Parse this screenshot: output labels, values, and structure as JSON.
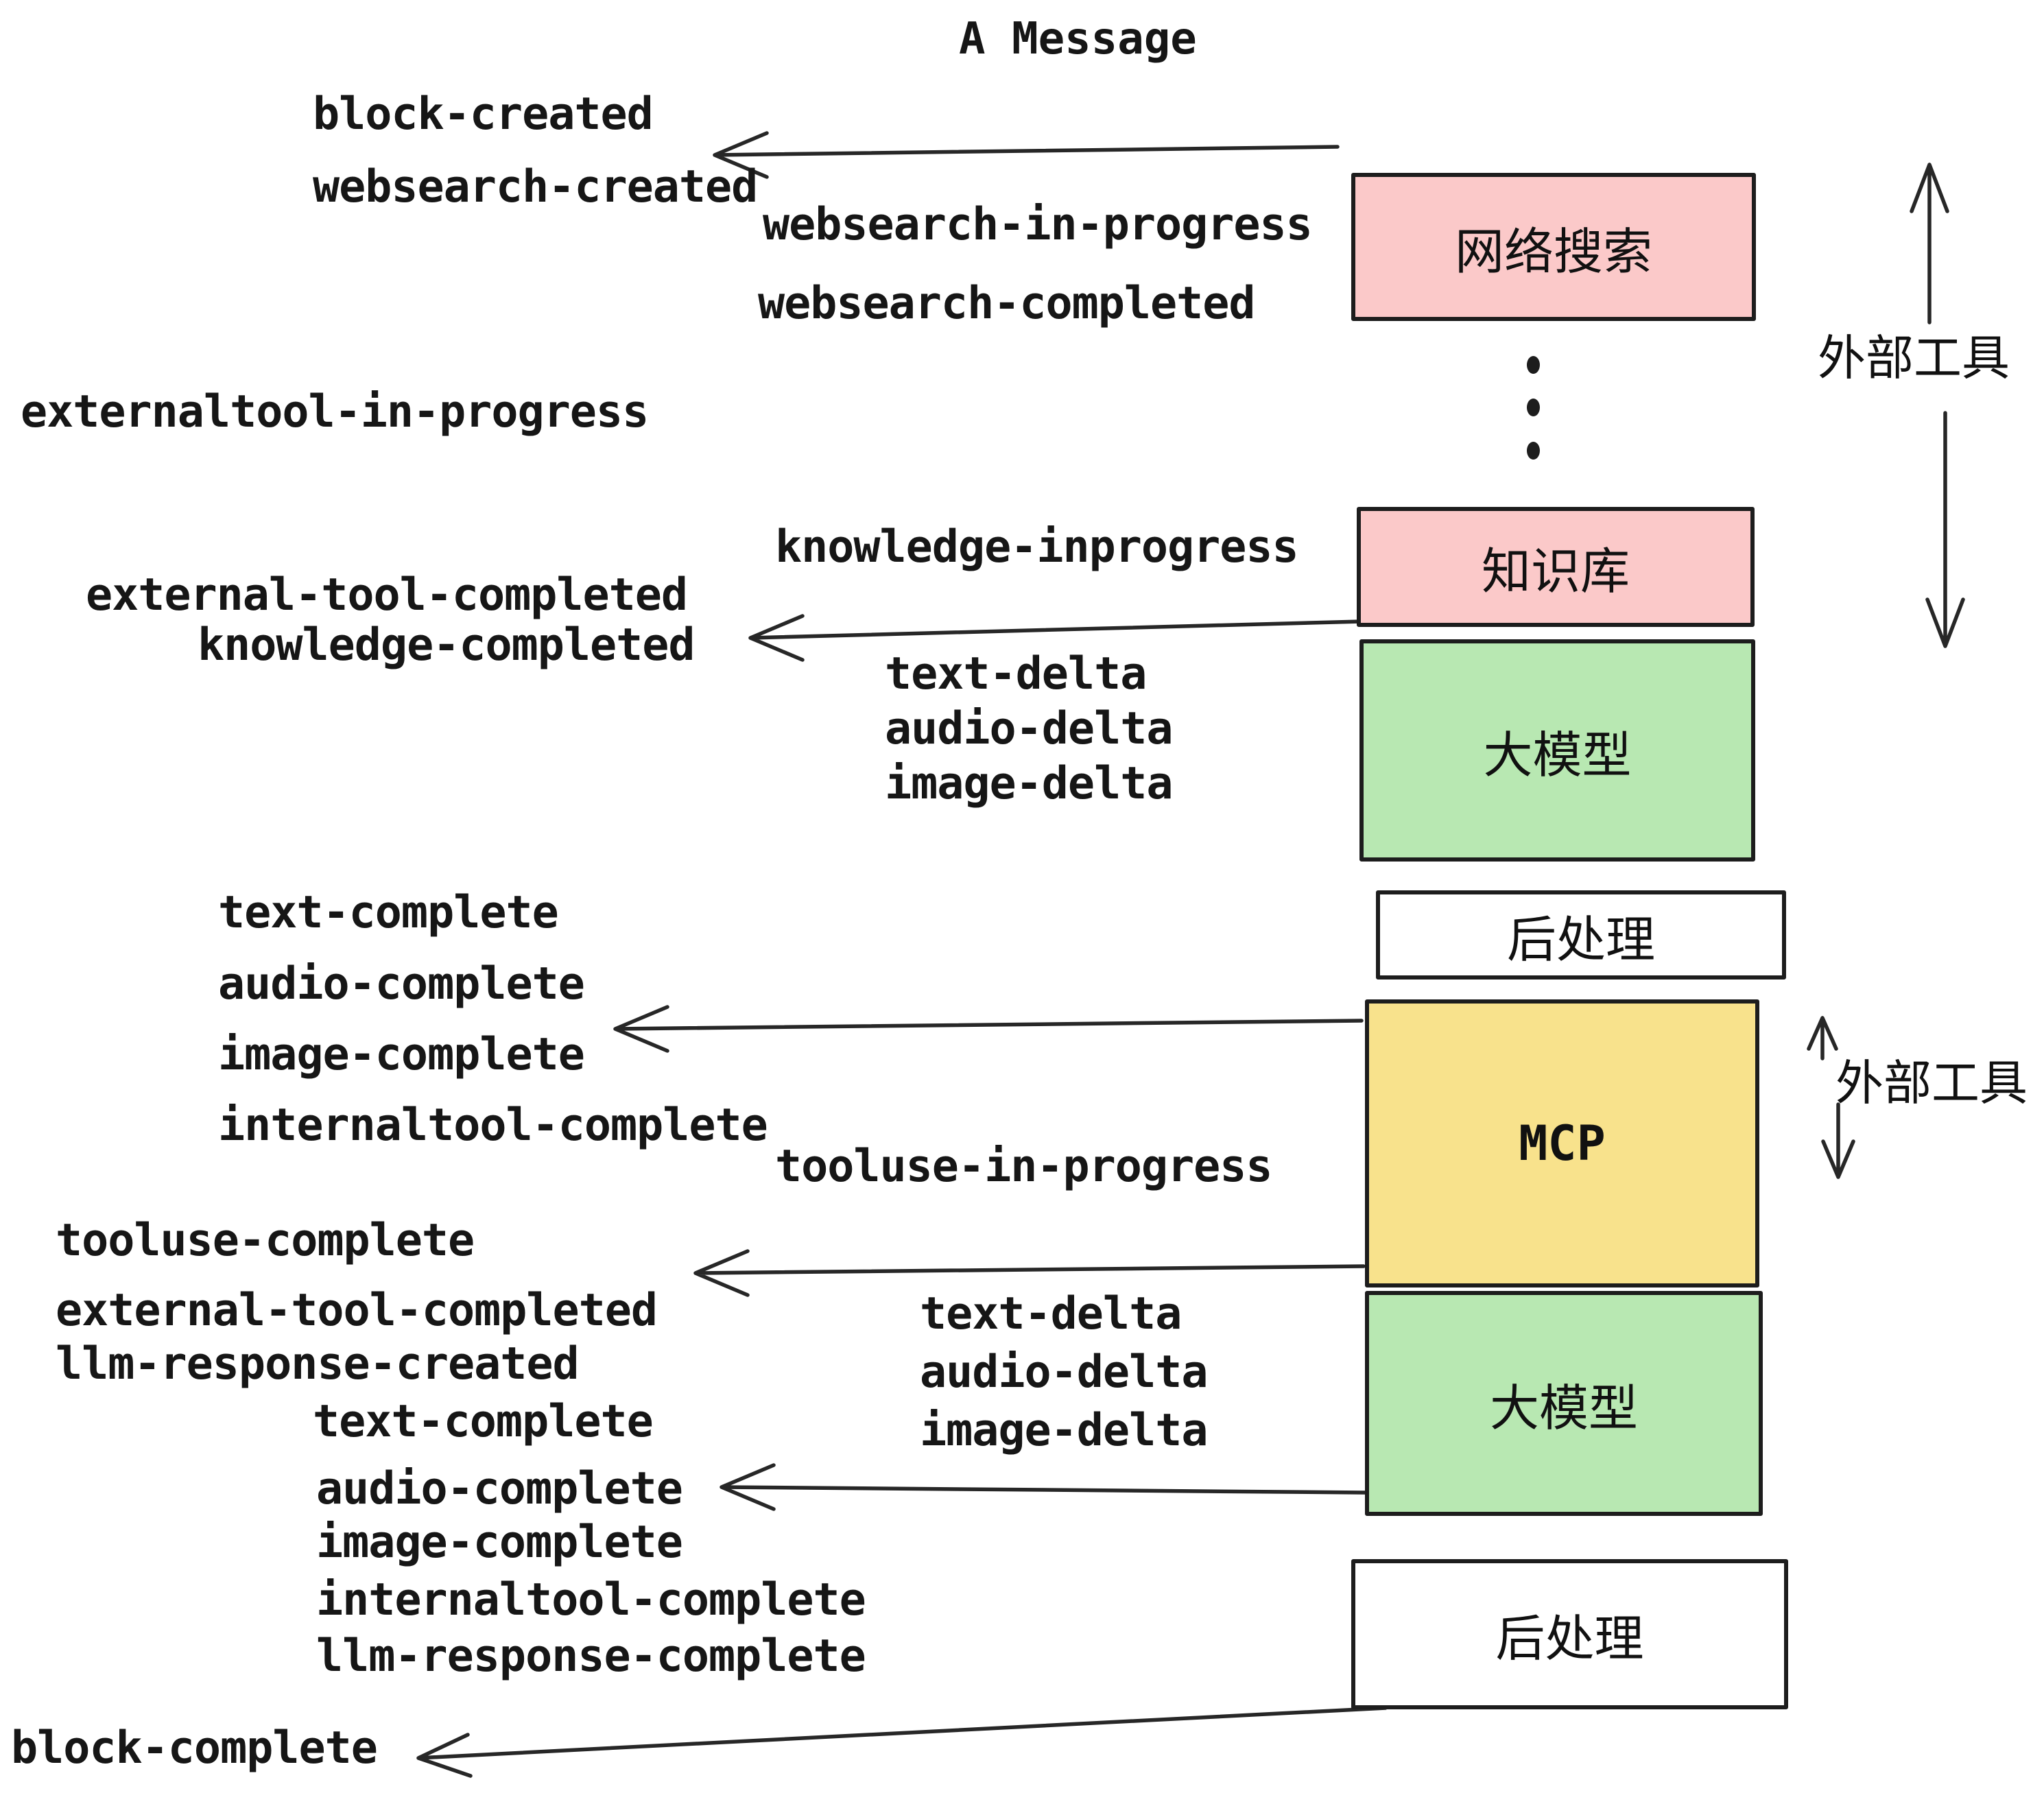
{
  "title": "A Message",
  "boxes": {
    "websearch": {
      "label": "网络搜索",
      "fill": "#fbc9c9"
    },
    "knowledge": {
      "label": "知识库",
      "fill": "#fbc9c9"
    },
    "llm1": {
      "label": "大模型",
      "fill": "#b8e8b2"
    },
    "post1": {
      "label": "后处理",
      "fill": "#ffffff"
    },
    "mcp": {
      "label": "MCP",
      "fill": "#f8e28c"
    },
    "llm2": {
      "label": "大模型",
      "fill": "#b8e8b2"
    },
    "post2": {
      "label": "后处理",
      "fill": "#ffffff"
    }
  },
  "side_labels": {
    "external_tools_top": "外部工具",
    "external_tools_mid": "外部工具"
  },
  "events": {
    "block_created": "block-created",
    "websearch_created": "websearch-created",
    "websearch_in_progress": "websearch-in-progress",
    "websearch_completed": "websearch-completed",
    "externaltool_in_progress": "externaltool-in-progress",
    "knowledge_inprogress": "knowledge-inprogress",
    "external_tool_completed": "external-tool-completed",
    "knowledge_completed": "knowledge-completed",
    "text_delta": "text-delta",
    "audio_delta": "audio-delta",
    "image_delta": "image-delta",
    "text_complete": "text-complete",
    "audio_complete": "audio-complete",
    "image_complete": "image-complete",
    "internaltool_complete": "internaltool-complete",
    "tooluse_in_progress": "tooluse-in-progress",
    "tooluse_complete": "tooluse-complete",
    "external_tool_completed_2": "external-tool-completed",
    "llm_response_created": "llm-response-created",
    "text_complete_2": "text-complete",
    "audio_complete_2": "audio-complete",
    "image_complete_2": "image-complete",
    "internaltool_complete_2": "internaltool-complete",
    "llm_response_complete": "llm-response-complete",
    "block_complete": "block-complete",
    "text_delta_2": "text-delta",
    "audio_delta_2": "audio-delta",
    "image_delta_2": "image-delta"
  },
  "colors": {
    "box_border": "#1d1d1d",
    "arrow": "#272727",
    "pink": "#fbc9c9",
    "green": "#b8e8b2",
    "yellow": "#f8e28c",
    "text": "#161616",
    "background": "#ffffff"
  }
}
